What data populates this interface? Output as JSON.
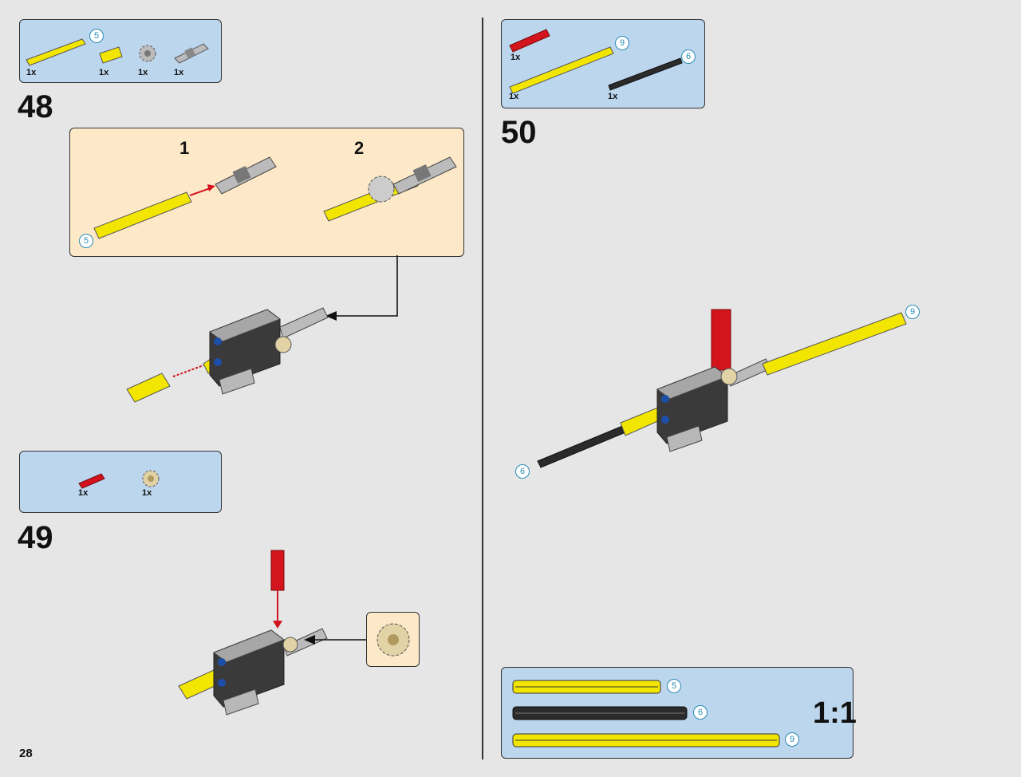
{
  "page": {
    "number": "28",
    "divider": true
  },
  "steps": [
    {
      "number": "48",
      "parts": [
        {
          "icon": "yellow-axle-icon",
          "qty": "1x",
          "length": "5"
        },
        {
          "icon": "yellow-axle-connector-icon",
          "qty": "1x"
        },
        {
          "icon": "gear-icon",
          "qty": "1x"
        },
        {
          "icon": "universal-joint-icon",
          "qty": "1x"
        }
      ],
      "subassembly": {
        "sub_steps": [
          "1",
          "2"
        ],
        "length": "5"
      }
    },
    {
      "number": "49",
      "parts": [
        {
          "icon": "red-axle-icon",
          "qty": "1x"
        },
        {
          "icon": "tan-gear-icon",
          "qty": "1x"
        }
      ]
    },
    {
      "number": "50",
      "parts": [
        {
          "icon": "red-axle-icon",
          "qty": "1x"
        },
        {
          "icon": "yellow-axle-icon",
          "qty": "1x",
          "length": "9"
        },
        {
          "icon": "black-axle-icon",
          "qty": "1x",
          "length": "6"
        }
      ],
      "callouts": [
        "9",
        "6"
      ]
    }
  ],
  "scale_ref": {
    "ratio": "1:1",
    "bars": [
      {
        "color": "#f2e600",
        "length": "5"
      },
      {
        "color": "#2b2b2b",
        "length": "6"
      },
      {
        "color": "#f2e600",
        "length": "9"
      }
    ]
  },
  "colors": {
    "parts_box": "#bcd6ee",
    "sub_box": "#fde9c8",
    "yellow": "#f2e600",
    "red": "#d3141c",
    "length_circle": "#2a8bb5"
  }
}
